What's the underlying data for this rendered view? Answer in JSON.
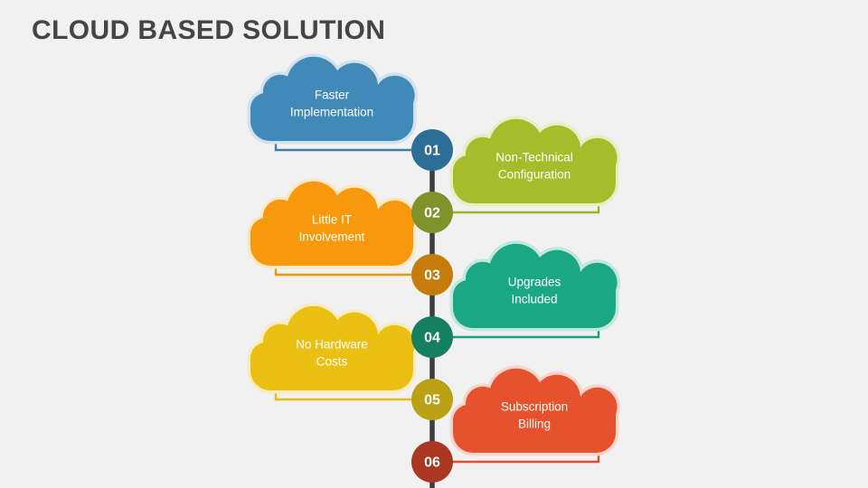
{
  "slide": {
    "title": "CLOUD BASED SOLUTION",
    "background_color": "#f1f1f1",
    "title_color": "#454545"
  },
  "spine": {
    "color": "#3f3f3f"
  },
  "steps": [
    {
      "number": "01",
      "side": "left",
      "line1": "Faster",
      "line2": "Implementation",
      "cloud_color": "#4189b8",
      "cloud_outline": "#cfe2ee",
      "circle_color": "#2d6e96",
      "connector_color": "#3f7fa8"
    },
    {
      "number": "02",
      "side": "right",
      "line1": "Non-Technical",
      "line2": "Configuration",
      "cloud_color": "#a6bd2b",
      "cloud_outline": "#e8eec3",
      "circle_color": "#7f932a",
      "connector_color": "#9cb22a"
    },
    {
      "number": "03",
      "side": "left",
      "line1": "Little IT",
      "line2": "Involvement",
      "cloud_color": "#f8990d",
      "cloud_outline": "#fde8c8",
      "circle_color": "#c57c0c",
      "connector_color": "#f2930c"
    },
    {
      "number": "04",
      "side": "right",
      "line1": "Upgrades",
      "line2": "Included",
      "cloud_color": "#1aa784",
      "cloud_outline": "#c2e8dd",
      "circle_color": "#14805f",
      "connector_color": "#18a07c"
    },
    {
      "number": "05",
      "side": "left",
      "line1": "No Hardware",
      "line2": "Costs",
      "cloud_color": "#ecc013",
      "cloud_outline": "#faecc0",
      "circle_color": "#bba114",
      "connector_color": "#e4ba13"
    },
    {
      "number": "06",
      "side": "right",
      "line1": "Subscription",
      "line2": "Billing",
      "cloud_color": "#e6512e",
      "cloud_outline": "#f8d6cb",
      "circle_color": "#a93721",
      "connector_color": "#dd4f2d"
    }
  ]
}
